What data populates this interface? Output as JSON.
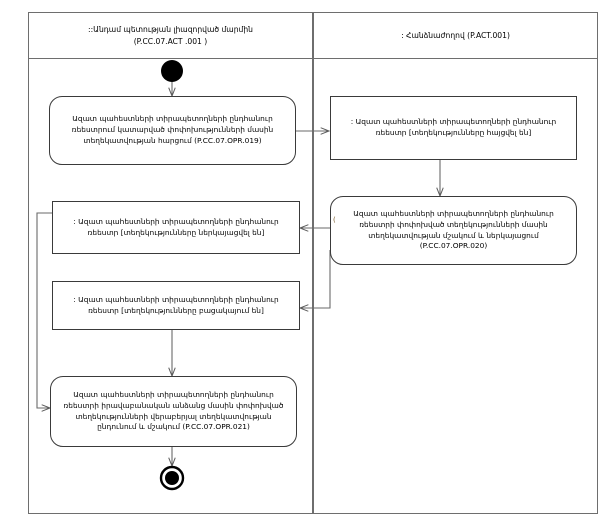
{
  "diagram": {
    "type": "uml-activity-diagram",
    "title": "",
    "lanes": [
      {
        "id": "lane-member-state-authority",
        "label": "::Անդամ պետության լիազորված մարմին (P.CC.07.ACT .001 )",
        "label_line1": "::Անդամ պետության լիազորված մարմին",
        "label_line2": "(P.CC.07.ACT .001 )"
      },
      {
        "id": "lane-commission",
        "label": ": Հանձնաժողով (P.ACT.001)",
        "label_line1": ": Հանձնաժողով (P.ACT.001)",
        "label_line2": ""
      }
    ],
    "nodes": [
      {
        "id": "initial-node",
        "kind": "initial",
        "lane": "lane-member-state-authority",
        "label": ""
      },
      {
        "id": "activity-opr-019",
        "kind": "activity",
        "lane": "lane-member-state-authority",
        "code": "P.CC.07.OPR.019",
        "label": "Ազատ պահեստների տիրապետողների ընդհանուր ռեեստրում կատարված փոփոխությունների մասին տեղեկատվության հարցում (P.CC.07.OPR.019)"
      },
      {
        "id": "object-registry-requested",
        "kind": "object",
        "lane": "lane-commission",
        "state": "[տեղեկությունները հայցվել են]",
        "label": ": Ազատ պահեստների տիրապետողների ընդհանուր ռեեստր [տեղեկությունները հայցվել են]"
      },
      {
        "id": "activity-opr-020",
        "kind": "activity",
        "lane": "lane-commission",
        "code": "P.CC.07.OPR.020",
        "label": "Ազատ պահեստների տիրապետողների ընդհանուր ռեեստրի փոփոխված տեղեկությունների մասին տեղեկատվության մշակում և ներկայացում (P.CC.07.OPR.020)"
      },
      {
        "id": "object-registry-submitted",
        "kind": "object",
        "lane": "lane-member-state-authority",
        "state": "[տեղեկությունները ներկայացվել են]",
        "label": ": Ազատ պահեստների տիրապետողների ընդհանուր ռեեստր [տեղեկությունները ներկայացվել են]"
      },
      {
        "id": "object-registry-absent",
        "kind": "object",
        "lane": "lane-member-state-authority",
        "state": "[տեղեկությունները բացակայում են]",
        "label": ": Ազատ պահեստների տիրապետողների ընդհանուր ռեեստր [տեղեկությունները բացակայում են]"
      },
      {
        "id": "activity-opr-021",
        "kind": "activity",
        "lane": "lane-member-state-authority",
        "code": "P.CC.07.OPR.021",
        "label": "Ազատ պահեստների տիրապետողների ընդհանուր ռեեստրի իրավաբանական անձանց մասին փոփոխված տեղեկությունների վերաբերյալ տեղեկատվության ընդունում և մշակում (P.CC.07.OPR.021)"
      },
      {
        "id": "final-node",
        "kind": "final",
        "lane": "lane-member-state-authority",
        "label": ""
      }
    ],
    "edges": [
      {
        "from": "initial-node",
        "to": "activity-opr-019"
      },
      {
        "from": "activity-opr-019",
        "to": "object-registry-requested"
      },
      {
        "from": "object-registry-requested",
        "to": "activity-opr-020"
      },
      {
        "from": "activity-opr-020",
        "to": "object-registry-submitted"
      },
      {
        "from": "activity-opr-020",
        "to": "object-registry-absent"
      },
      {
        "from": "object-registry-submitted",
        "to": "activity-opr-021"
      },
      {
        "from": "object-registry-absent",
        "to": "activity-opr-021"
      },
      {
        "from": "activity-opr-021",
        "to": "final-node"
      }
    ],
    "artifact_glyph": "(",
    "colors": {
      "line": "#3a3a3a",
      "lane_border": "#6e6e6e",
      "node_fill": "#ffffff",
      "text": "#000000",
      "node_marker": "#000000"
    }
  }
}
